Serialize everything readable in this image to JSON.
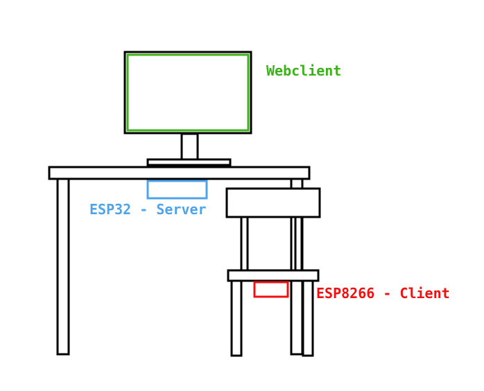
{
  "labels": {
    "webclient": "Webclient",
    "esp32_server": "ESP32 - Server",
    "esp8266_client": "ESP8266 - Client"
  },
  "colors": {
    "webclient": "#3cb11a",
    "esp32_server": "#4ea4ea",
    "esp8266_client": "#ee1111",
    "outline": "#000000",
    "background": "#ffffff"
  }
}
